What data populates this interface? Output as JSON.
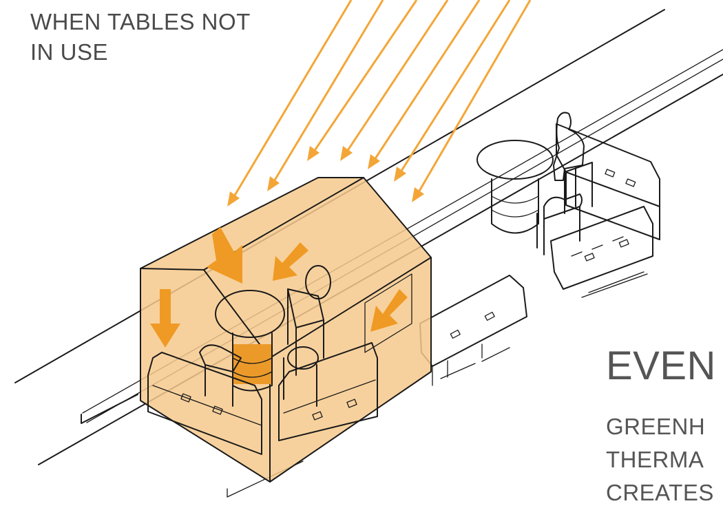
{
  "captions": {
    "top_line_1": "WHEN TABLES NOT",
    "top_line_2": "IN USE",
    "right_title": "EVEN",
    "right_line_1": "GREENH",
    "right_line_2": "THERMA",
    "right_line_3": "CREATES"
  },
  "colors": {
    "sun_ray": "#f3a637",
    "enclosure_fill": "#f6c98c",
    "barrier_fill": "#eb9a2a",
    "heat_arrow": "#ef9a24",
    "linework": "#1a1a1a",
    "text": "#4a4a4a"
  },
  "icons": [
    "sun-ray-arrow",
    "heat-arrow",
    "table-icon",
    "chair-icon",
    "barrier-icon",
    "seated-person-icon"
  ]
}
